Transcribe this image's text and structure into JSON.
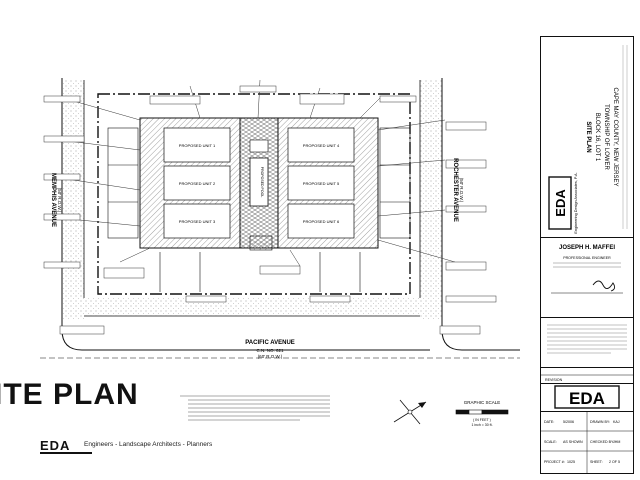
{
  "sheet_title": "ITE PLAN",
  "footer": {
    "logo": "EDA",
    "tagline": "Engineers - Landscape Architects - Planners"
  },
  "streets": {
    "bottom_name": "PACIFIC AVENUE",
    "bottom_detail_1": "C.N. NO. 621",
    "bottom_detail_2": "(60' R.O.W.)",
    "left_name": "MEMPHIS AVENUE",
    "left_detail": "(50' R.O.W.)",
    "right_name": "ROCHESTER AVENUE",
    "right_detail": "(50' R.O.W.)"
  },
  "units": [
    {
      "label": "PROPOSED UNIT 1"
    },
    {
      "label": "PROPOSED UNIT 2"
    },
    {
      "label": "PROPOSED UNIT 3"
    },
    {
      "label": "PROPOSED UNIT 4"
    },
    {
      "label": "PROPOSED UNIT 5"
    },
    {
      "label": "PROPOSED UNIT 6"
    }
  ],
  "central_pool": "PROPOSED POOL",
  "graphic_scale": {
    "title": "GRAPHIC SCALE",
    "note_1": "( IN FEET )",
    "note_2": "1 inch = 30 ft."
  },
  "title_block": {
    "firm_logo": "EDA",
    "firm_sub": "Engineering Design Associates, P.A.",
    "project_lines": [
      "SITE PLAN",
      "BLOCK 16, LOT 1",
      "TOWNSHIP OF LOWER",
      "CAPE MAY COUNTY, NEW JERSEY"
    ],
    "engineer": "JOSEPH H. MAFFEI",
    "engineer_title": "PROFESSIONAL ENGINEER",
    "revision_label": "REVISION",
    "bottom_logo": "EDA",
    "fields": [
      {
        "label": "DATE:",
        "value": "5/2006"
      },
      {
        "label": "DRAWN BY:",
        "value": "KAJ"
      },
      {
        "label": "SCALE:",
        "value": "AS SHOWN"
      },
      {
        "label": "CHECKED BY:",
        "value": "JHM"
      },
      {
        "label": "PROJECT #:",
        "value": "1025"
      },
      {
        "label": "SHEET:",
        "value": "2 OF 5"
      }
    ]
  }
}
